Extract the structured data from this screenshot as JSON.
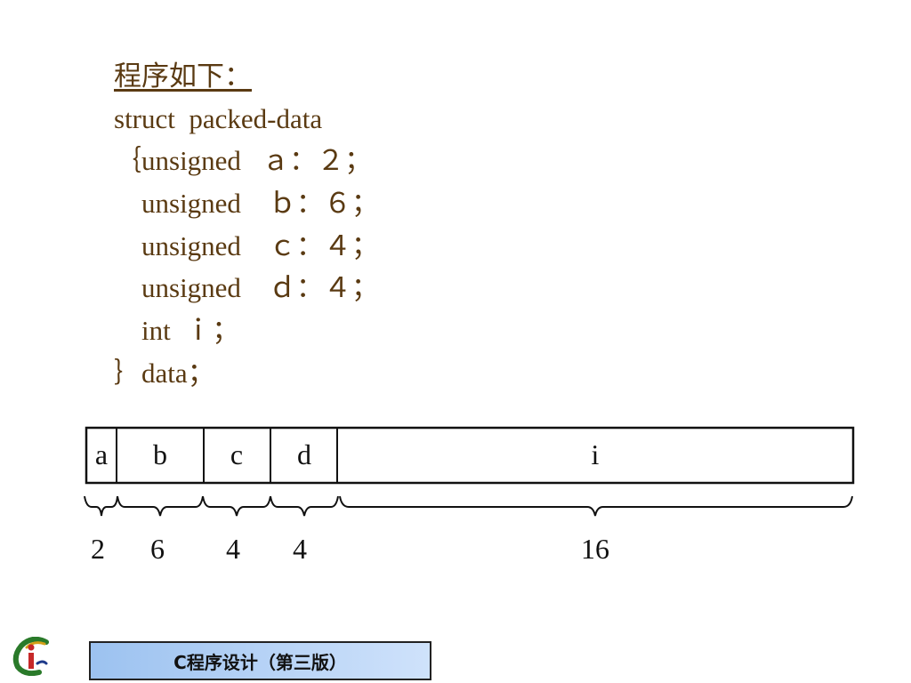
{
  "code": {
    "heading": "程序如下：",
    "lines": [
      "struct  packed-data",
      "｛unsigned   ａ：２；",
      "    unsigned    ｂ：６；",
      "    unsigned    ｃ：４；",
      "    unsigned    ｄ：４；",
      "    int  ｉ；",
      "｝data；"
    ]
  },
  "diagram": {
    "fields": [
      "a",
      "b",
      "c",
      "d",
      "i"
    ],
    "bit_widths": [
      "2",
      "6",
      "4",
      "4",
      "16"
    ]
  },
  "footer": {
    "title": "C程序设计（第三版）"
  },
  "colors": {
    "code_text": "#5a3a12",
    "footer_bg": "#9cc2f0"
  },
  "icons": {
    "logo": "c-program-logo"
  }
}
